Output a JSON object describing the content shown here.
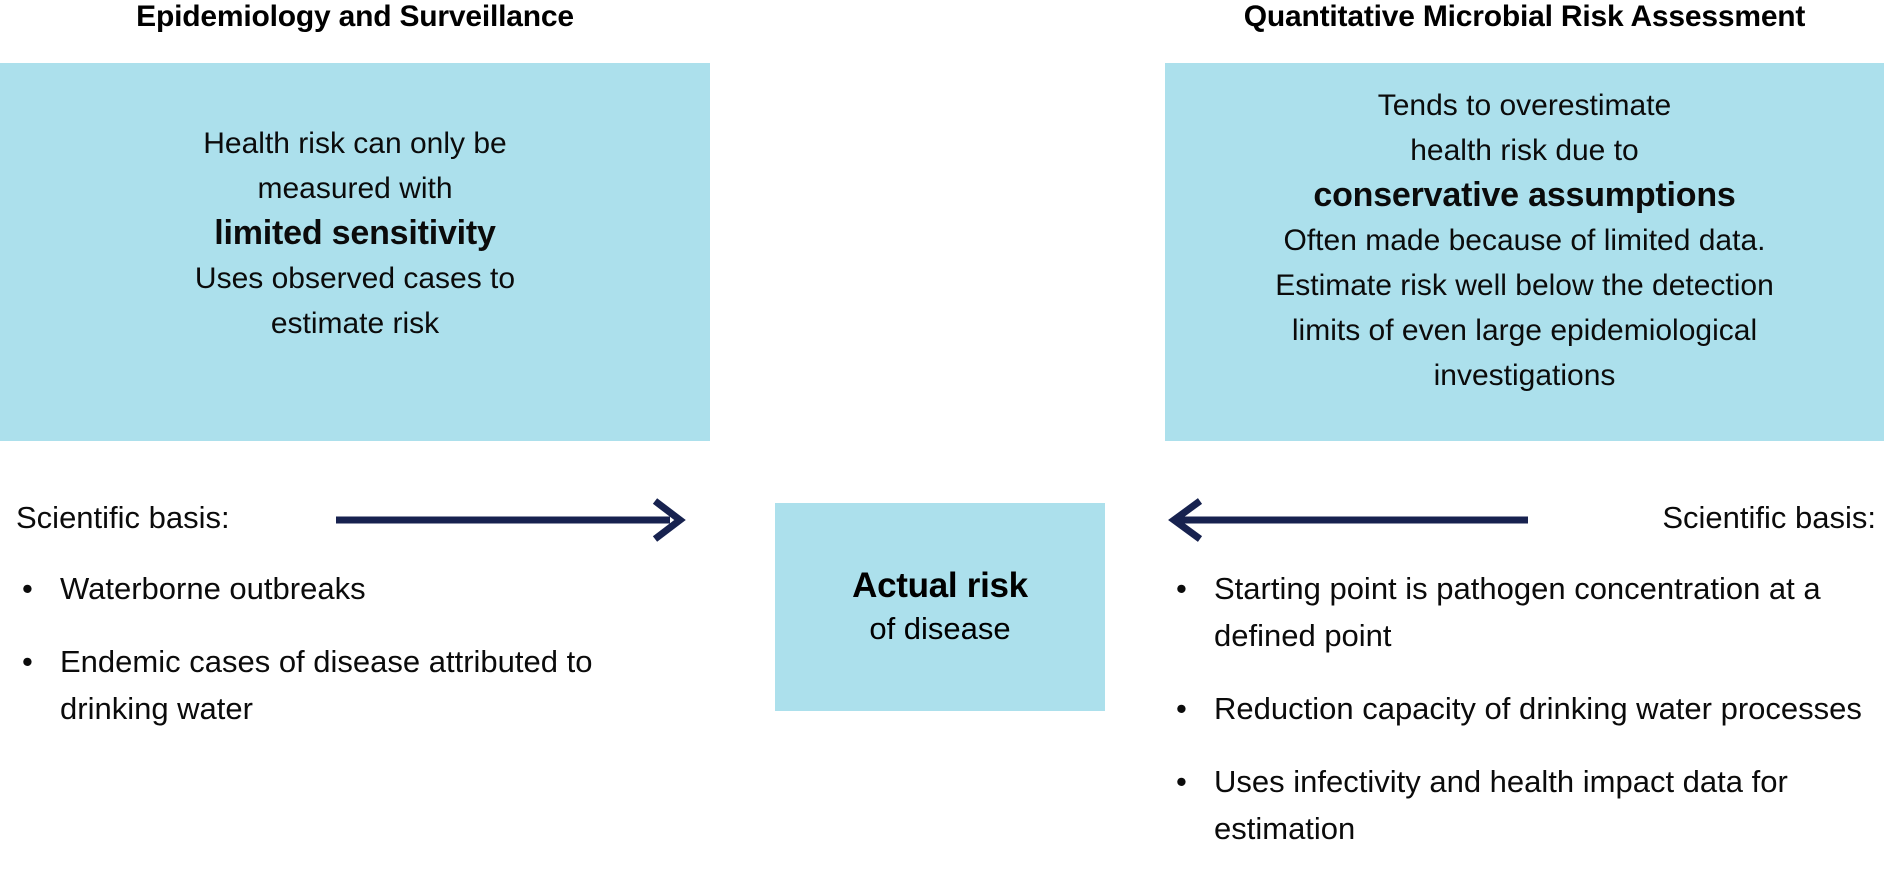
{
  "columns": {
    "left": {
      "title": "Epidemiology and Surveillance",
      "panel": {
        "line1": "Health risk can only be",
        "line2": "measured with",
        "emphasis": "limited sensitivity",
        "line3": "Uses observed cases to",
        "line4": "estimate  risk"
      },
      "scientific_basis_label": "Scientific basis:",
      "bullets": [
        {
          "marker": "•",
          "text": "Waterborne outbreaks"
        },
        {
          "marker": "•",
          "text": "Endemic cases of disease attributed to drinking water"
        }
      ]
    },
    "right": {
      "title": "Quantitative Microbial Risk Assessment",
      "panel": {
        "line1": "Tends to overestimate",
        "line2": "health risk due to",
        "emphasis": "conservative assumptions",
        "line3": "Often made because of limited data.",
        "line4": "Estimate risk well below the detection",
        "line5": "limits of even large epidemiological",
        "line6": "investigations"
      },
      "scientific_basis_label": "Scientific basis:",
      "bullets": [
        {
          "marker": "•",
          "text": "Starting point is pathogen concentration at a defined point"
        },
        {
          "marker": "•",
          "text": "Reduction capacity of drinking water processes"
        },
        {
          "marker": "•",
          "text": "Uses infectivity and health impact data for estimation"
        }
      ]
    }
  },
  "center": {
    "headline": "Actual risk",
    "subline": "of disease"
  },
  "arrows": {
    "left_to_center": {
      "name": "arrow-pointing-right",
      "direction": "right"
    },
    "right_to_center": {
      "name": "arrow-pointing-left",
      "direction": "left"
    }
  },
  "colors": {
    "panel_fill": "#ace0ec",
    "arrow_stroke": "#17224f",
    "text": "#0b0b0b",
    "background": "#ffffff"
  }
}
